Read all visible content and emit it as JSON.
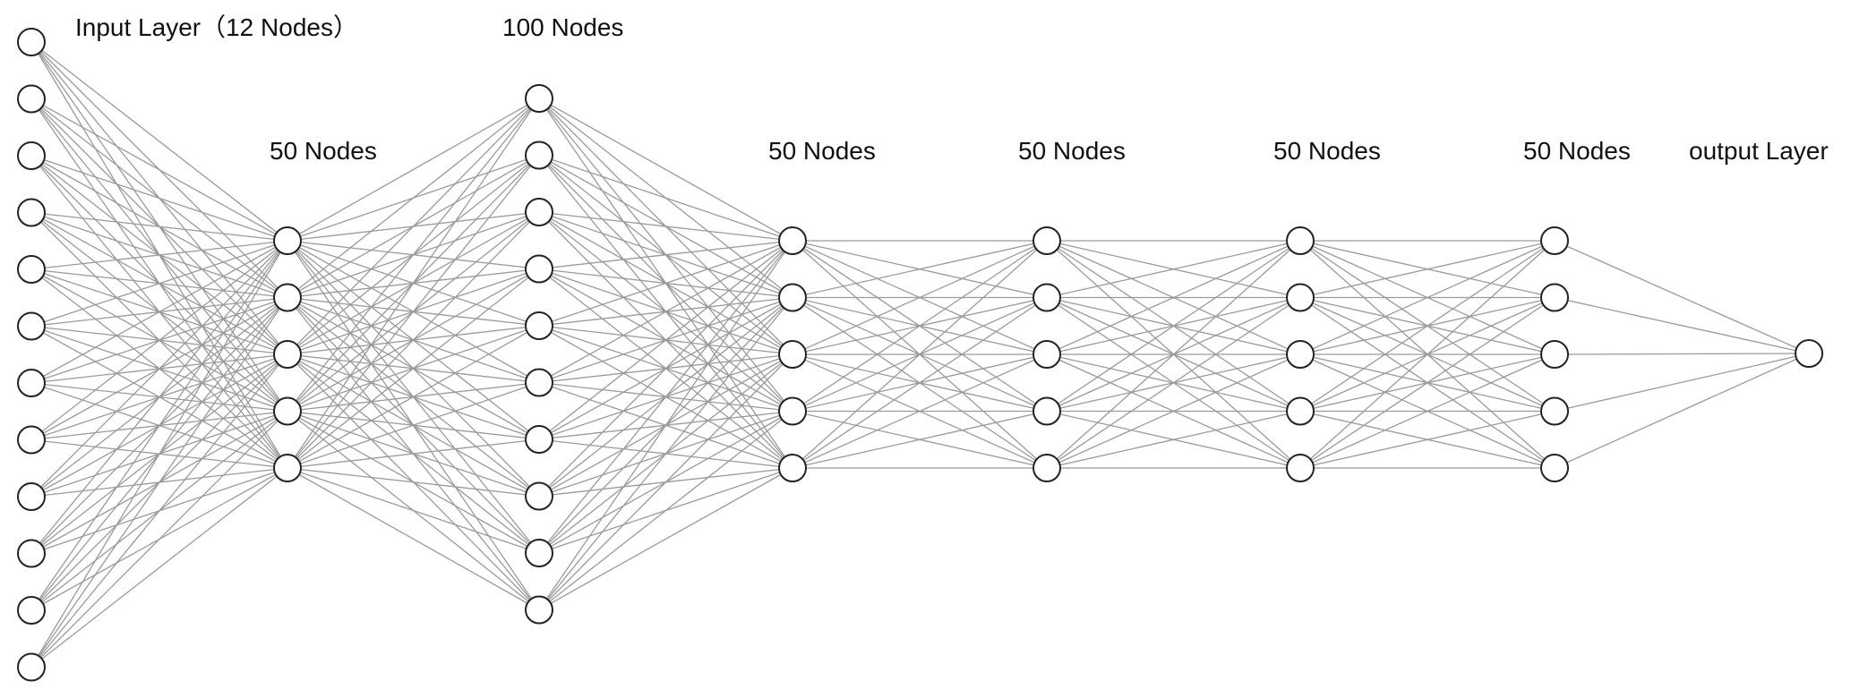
{
  "diagram": {
    "type": "neural-network",
    "edge_color": "#9a9a9a",
    "node_stroke_color": "#222222",
    "layers": [
      {
        "label": "Input Layer（12 Nodes）",
        "drawn_nodes": 12
      },
      {
        "label": "50 Nodes",
        "drawn_nodes": 5
      },
      {
        "label": "100 Nodes",
        "drawn_nodes": 10
      },
      {
        "label": "50 Nodes",
        "drawn_nodes": 5
      },
      {
        "label": "50 Nodes",
        "drawn_nodes": 5
      },
      {
        "label": "50 Nodes",
        "drawn_nodes": 5
      },
      {
        "label": "50 Nodes",
        "drawn_nodes": 5
      },
      {
        "label": "output Layer",
        "drawn_nodes": 1
      }
    ]
  }
}
